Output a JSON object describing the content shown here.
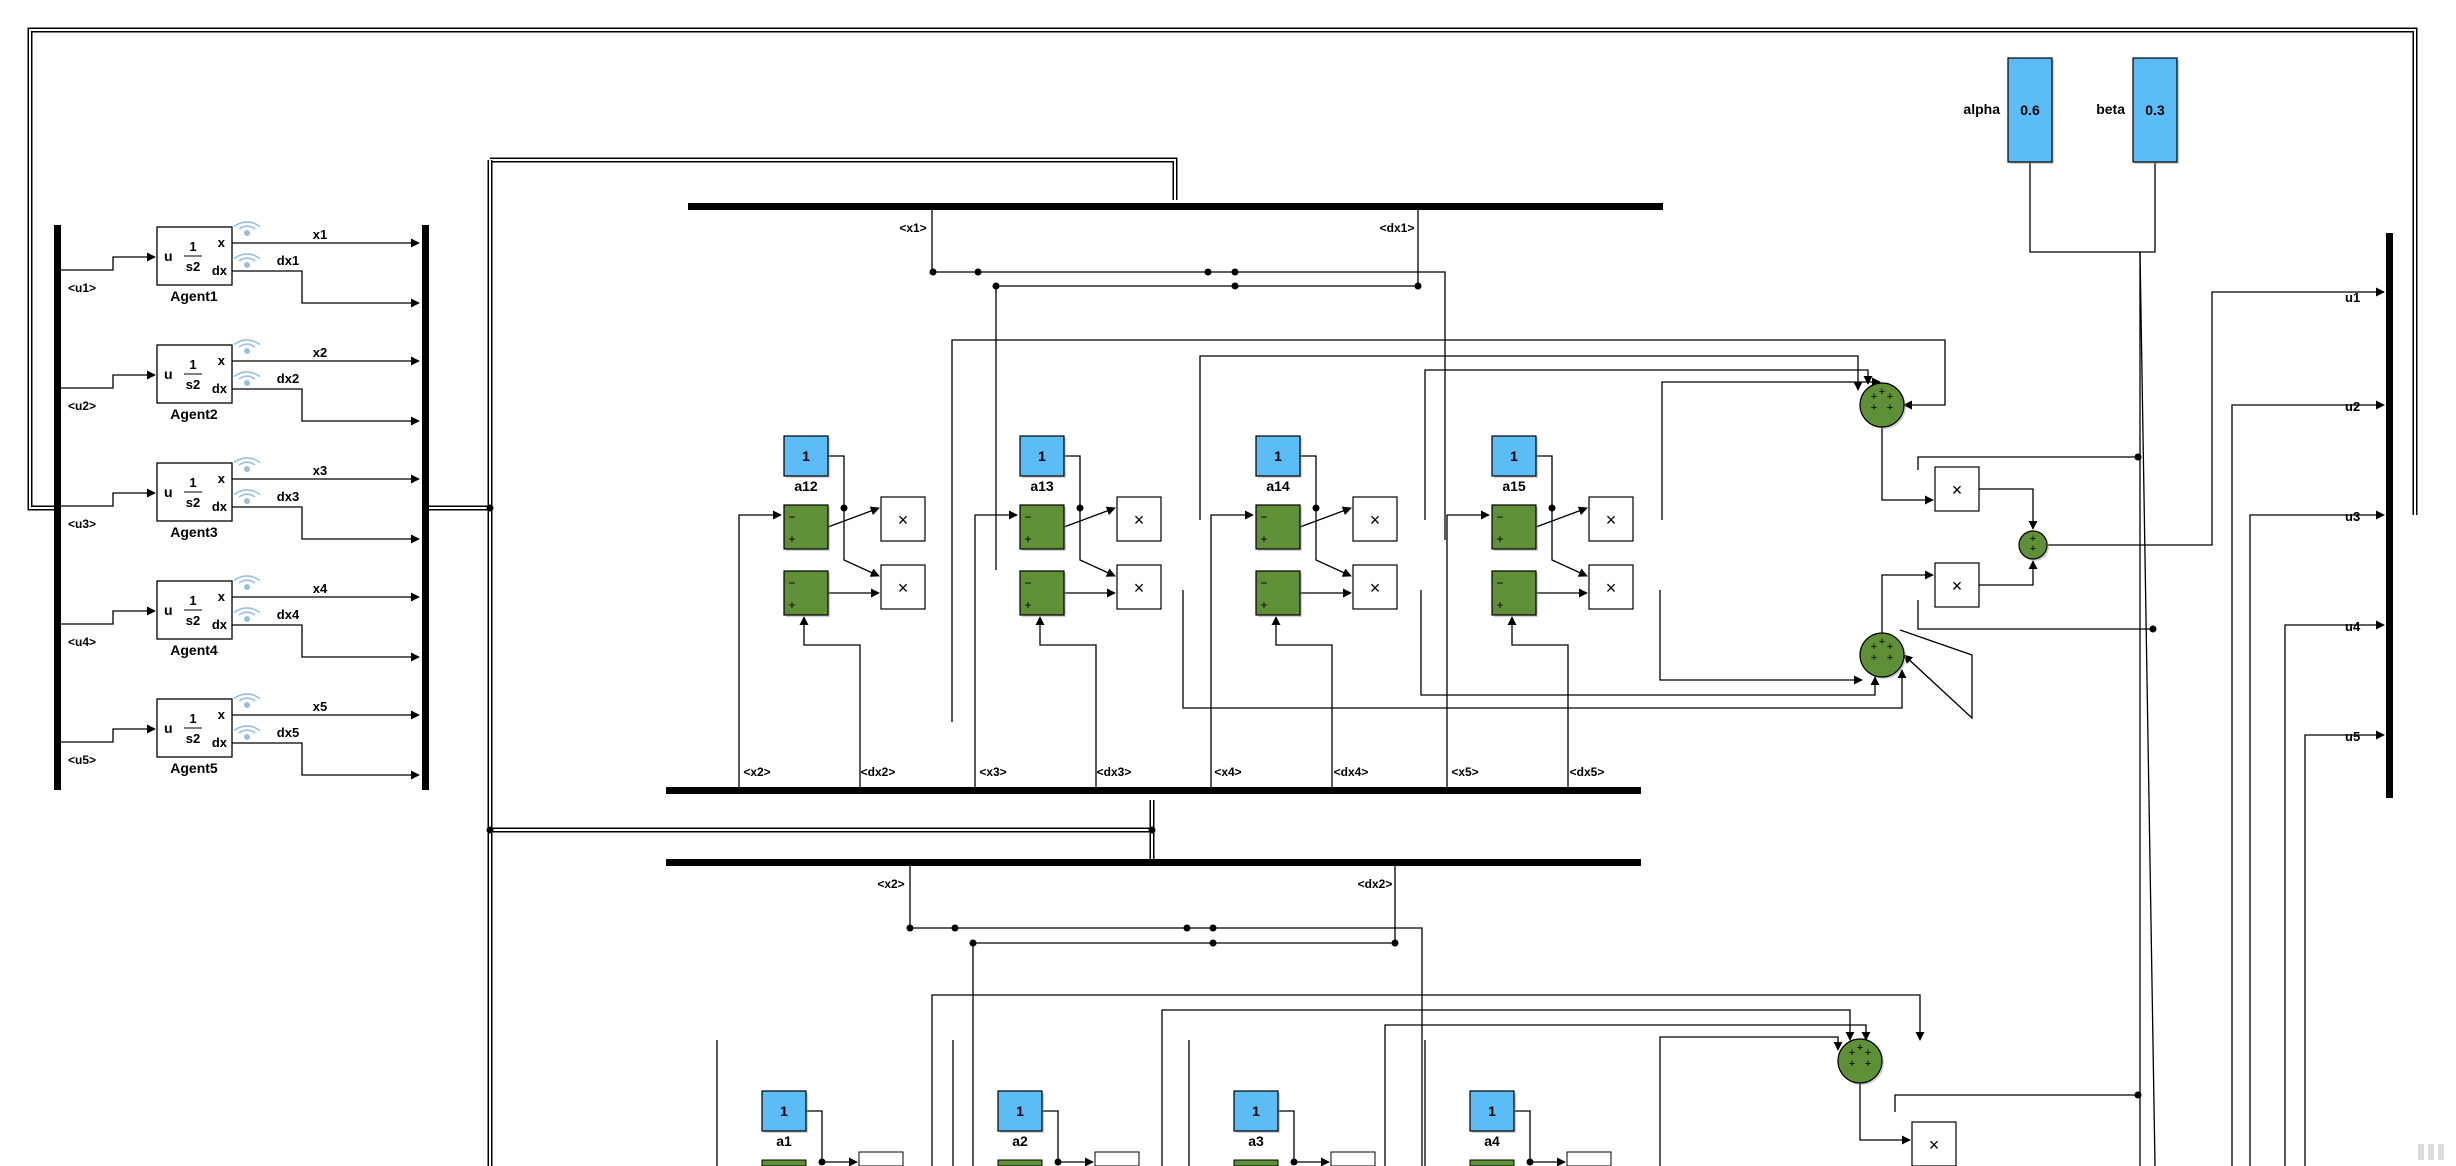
{
  "agents": [
    {
      "name": "Agent1",
      "in_port": "u",
      "num": "1",
      "den": "s2",
      "out_x": "x",
      "out_dx": "dx",
      "sig_x": "x1",
      "sig_dx": "dx1",
      "sel": "<u1>",
      "bus_out": "u1"
    },
    {
      "name": "Agent2",
      "in_port": "u",
      "num": "1",
      "den": "s2",
      "out_x": "x",
      "out_dx": "dx",
      "sig_x": "x2",
      "sig_dx": "dx2",
      "sel": "<u2>",
      "bus_out": "u2"
    },
    {
      "name": "Agent3",
      "in_port": "u",
      "num": "1",
      "den": "s2",
      "out_x": "x",
      "out_dx": "dx",
      "sig_x": "x3",
      "sig_dx": "dx3",
      "sel": "<u3>",
      "bus_out": "u3"
    },
    {
      "name": "Agent4",
      "in_port": "u",
      "num": "1",
      "den": "s2",
      "out_x": "x",
      "out_dx": "dx",
      "sig_x": "x4",
      "sig_dx": "dx4",
      "sel": "<u4>",
      "bus_out": "u4"
    },
    {
      "name": "Agent5",
      "in_port": "u",
      "num": "1",
      "den": "s2",
      "out_x": "x",
      "out_dx": "dx",
      "sig_x": "x5",
      "sig_dx": "dx5",
      "sel": "<u5>",
      "bus_out": "u5"
    }
  ],
  "params": [
    {
      "name": "alpha",
      "value": "0.6"
    },
    {
      "name": "beta",
      "value": "0.3"
    }
  ],
  "upper": {
    "top_selectors": [
      "<x1>",
      "<dx1>"
    ],
    "bottom_selectors": [
      "<x2>",
      "<dx2>",
      "<x3>",
      "<dx3>",
      "<x4>",
      "<dx4>",
      "<x5>",
      "<dx5>"
    ],
    "weights": [
      {
        "name": "a12",
        "value": "1"
      },
      {
        "name": "a13",
        "value": "1"
      },
      {
        "name": "a14",
        "value": "1"
      },
      {
        "name": "a15",
        "value": "1"
      }
    ]
  },
  "lower": {
    "top_selectors": [
      "<x2>",
      "<dx2>"
    ],
    "weights": [
      {
        "name": "a1",
        "value": "1"
      },
      {
        "name": "a2",
        "value": "1"
      },
      {
        "name": "a3",
        "value": "1"
      },
      {
        "name": "a4",
        "value": "1"
      }
    ]
  },
  "glyphs": {
    "product": "×",
    "plus": "+",
    "minus": "−"
  },
  "colors": {
    "constant": "#5bbcf6",
    "sum": "#5f8f36",
    "wire": "#000000",
    "wireless": "#9bbfe0"
  }
}
